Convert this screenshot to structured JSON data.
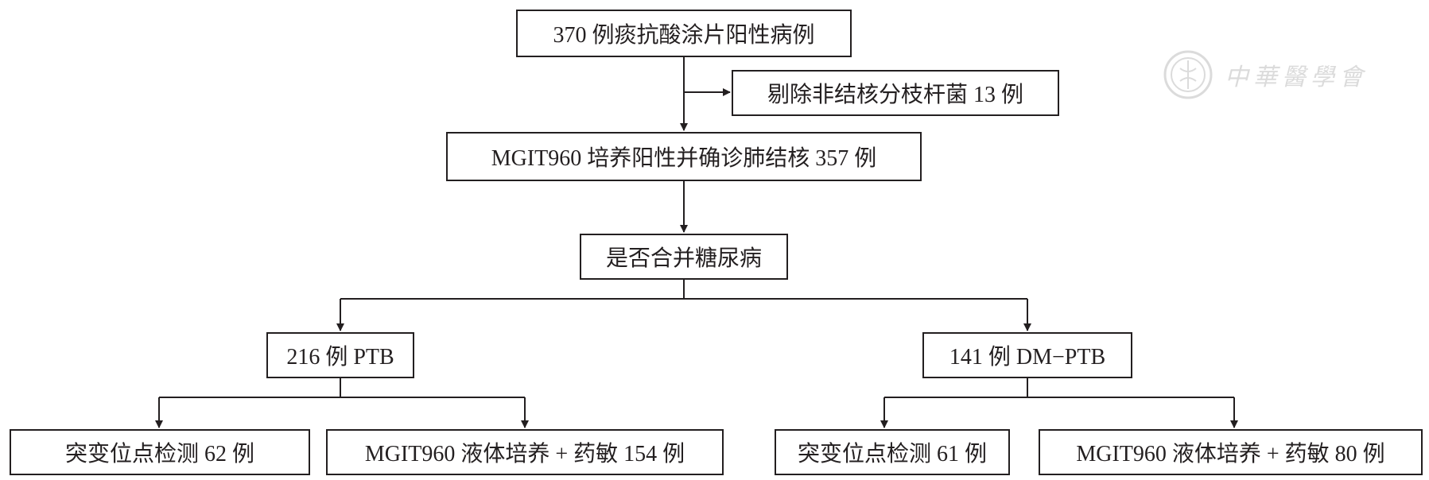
{
  "watermark": {
    "text": "中華醫學會",
    "icon": "society-seal-logo"
  },
  "nodes": {
    "start": "370 例痰抗酸涂片阳性病例",
    "excluded": "剔除非结核分枝杆菌 13 例",
    "confirmed": "MGIT960 培养阳性并确诊肺结核 357 例",
    "question": "是否合并糖尿病",
    "ptb": "216 例 PTB",
    "dmptb": "141 例 DM−PTB",
    "ptb_mutation": "突变位点检测 62 例",
    "ptb_culture": "MGIT960 液体培养 + 药敏 154 例",
    "dmptb_mutation": "突变位点检测 61 例",
    "dmptb_culture": "MGIT960 液体培养 + 药敏 80 例"
  }
}
